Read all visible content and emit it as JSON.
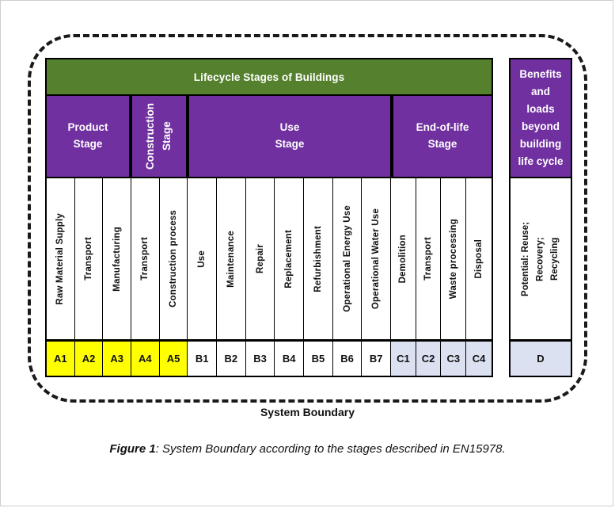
{
  "figure": {
    "banner_title": "Lifecycle Stages of Buildings",
    "system_boundary_label": "System Boundary",
    "caption_number": "Figure 1",
    "caption_text": ": System Boundary according to the stages described in EN15978."
  },
  "colors": {
    "banner_green": "#55802E",
    "stage_purple": "#7030A0",
    "code_yellow": "#FFFF00",
    "code_white": "#FFFFFF",
    "code_lavender": "#DCE1F2",
    "border_black": "#000000",
    "text_white": "#FFFFFF"
  },
  "stage_headers": [
    {
      "label": "Product\nStage",
      "orientation": "horizontal",
      "span": 3
    },
    {
      "label": "Construction\nStage",
      "orientation": "vertical",
      "span": 2
    },
    {
      "label": "Use\nStage",
      "orientation": "horizontal",
      "span": 7
    },
    {
      "label": "End-of-life\nStage",
      "orientation": "horizontal",
      "span": 4
    }
  ],
  "benefits_block": {
    "label": "Benefits\nand\nloads\nbeyond\nbuilding\nlife cycle",
    "module_label": "Potential: Reuse;\nRecovery;\nRecycling",
    "code": "D",
    "code_fill": "#DCE1F2"
  },
  "modules": [
    {
      "code": "A1",
      "label": "Raw Material Supply",
      "fill": "#FFFF00",
      "width": 36
    },
    {
      "code": "A2",
      "label": "Transport",
      "fill": "#FFFF00",
      "width": 36
    },
    {
      "code": "A3",
      "label": "Manufacturing",
      "fill": "#FFFF00",
      "width": 36
    },
    {
      "code": "A4",
      "label": "Transport",
      "fill": "#FFFF00",
      "width": 36
    },
    {
      "code": "A5",
      "label": "Construction process",
      "fill": "#FFFF00",
      "width": 36
    },
    {
      "code": "B1",
      "label": "Use",
      "fill": "#FFFFFF",
      "width": 37
    },
    {
      "code": "B2",
      "label": "Maintenance",
      "fill": "#FFFFFF",
      "width": 37
    },
    {
      "code": "B3",
      "label": "Repair",
      "fill": "#FFFFFF",
      "width": 37
    },
    {
      "code": "B4",
      "label": "Replacement",
      "fill": "#FFFFFF",
      "width": 37
    },
    {
      "code": "B5",
      "label": "Refurbishment",
      "fill": "#FFFFFF",
      "width": 37
    },
    {
      "code": "B6",
      "label": "Operational Energy Use",
      "fill": "#FFFFFF",
      "width": 37
    },
    {
      "code": "B7",
      "label": "Operational Water Use",
      "fill": "#FFFFFF",
      "width": 37
    },
    {
      "code": "C1",
      "label": "Demolition",
      "fill": "#DCE1F2",
      "width": 32
    },
    {
      "code": "C2",
      "label": "Transport",
      "fill": "#DCE1F2",
      "width": 32
    },
    {
      "code": "C3",
      "label": "Waste processing",
      "fill": "#DCE1F2",
      "width": 32
    },
    {
      "code": "C4",
      "label": "Disposal",
      "fill": "#DCE1F2",
      "width": 32
    }
  ]
}
